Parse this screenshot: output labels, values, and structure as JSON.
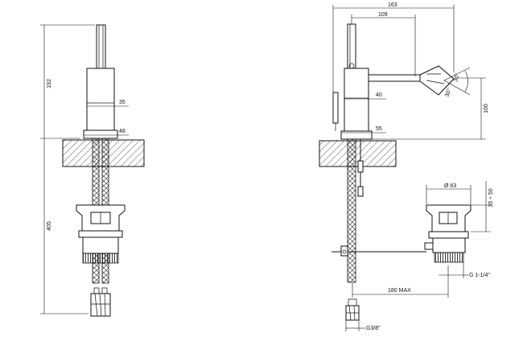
{
  "front_view": {
    "dims": {
      "overall_height": "192",
      "total_height": "405",
      "body_width": "35",
      "base_width": "48"
    }
  },
  "side_view": {
    "dims": {
      "overall_reach": "163",
      "spout_reach": "109",
      "body_width": "40",
      "base_width": "55",
      "spout_height": "100",
      "spray_angle_up": "30°",
      "spray_angle_down": "30°",
      "waste_diameter": "Ø 63",
      "waste_height": "35 ÷ 50",
      "waste_thread": "G 1-1/4\"",
      "pull_rod_length": "180 MAX",
      "supply_thread": "G3/8\""
    }
  }
}
